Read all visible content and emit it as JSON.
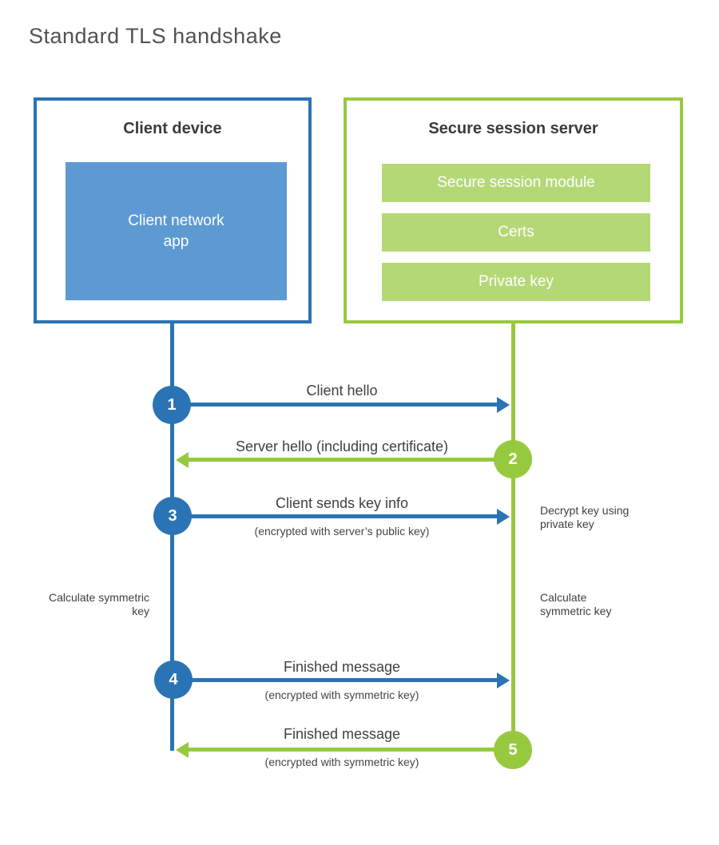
{
  "title": "Standard TLS handshake",
  "client_box": {
    "title": "Client device",
    "app_label": "Client network app"
  },
  "server_box": {
    "title": "Secure session server",
    "modules": [
      "Secure session module",
      "Certs",
      "Private key"
    ]
  },
  "messages": [
    {
      "step": "1",
      "from": "client",
      "to": "server",
      "label": "Client hello",
      "sublabel": ""
    },
    {
      "step": "2",
      "from": "server",
      "to": "client",
      "label": "Server hello (including certificate)",
      "sublabel": ""
    },
    {
      "step": "3",
      "from": "client",
      "to": "server",
      "label": "Client sends key info",
      "sublabel": "(encrypted with server’s public key)"
    },
    {
      "step": "4",
      "from": "client",
      "to": "server",
      "label": "Finished message",
      "sublabel": "(encrypted with symmetric key)"
    },
    {
      "step": "5",
      "from": "server",
      "to": "client",
      "label": "Finished message",
      "sublabel": "(encrypted with symmetric key)"
    }
  ],
  "side_notes": [
    {
      "side": "right",
      "text": "Decrypt key using private key"
    },
    {
      "side": "left",
      "text": "Calculate symmetric key"
    },
    {
      "side": "right",
      "text": "Calculate symmetric key"
    }
  ],
  "colors": {
    "client_accent": "#2a73b5",
    "client_fill": "#5d9ad3",
    "server_accent": "#97c93e",
    "server_fill": "#b5d877",
    "text_dark": "#3b3b3b",
    "title_gray": "#525252"
  }
}
